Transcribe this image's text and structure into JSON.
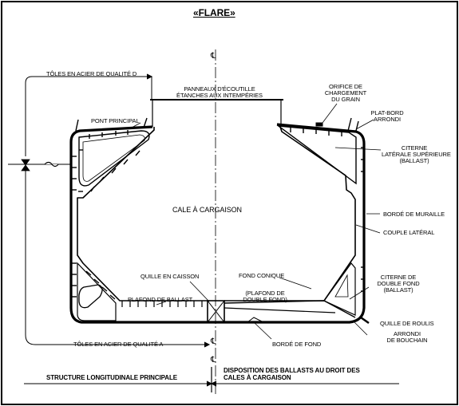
{
  "title": "«FLARE»",
  "labels": {
    "toles_d": "TÔLES EN ACIER DE QUALITÉ D",
    "panneaux_1": "PANNEAUX D'ÉCOUTILLE",
    "panneaux_2": "ÉTANCHES AUX INTEMPÉRIES",
    "orifice_1": "ORIFICE DE",
    "orifice_2": "CHARGEMENT",
    "orifice_3": "DU GRAIN",
    "platbord_1": "PLAT-BORD",
    "platbord_2": "ARRONDI",
    "pont": "PONT PRINCIPAL",
    "citerne_sup_1": "CITERNE",
    "citerne_sup_2": "LATÉRALE SUPÉRIEURE",
    "citerne_sup_3": "(BALLAST)",
    "cale": "CALE À CARGAISON",
    "borde_muraille": "BORDÉ DE MURAILLE",
    "couple": "COUPLE LATÉRAL",
    "quille_caisson": "QUILLE EN CAISSON",
    "fond_conique": "FOND CONIQUE",
    "plafond_db_1": "(PLAFOND DE",
    "plafond_db_2": "DOUBLE FOND)",
    "citerne_df_1": "CITERNE DE",
    "citerne_df_2": "DOUBLE FOND",
    "citerne_df_3": "(BALLAST)",
    "plafond_ballast": "PLAFOND DE BALLAST",
    "quille_roulis": "QUILLE DE ROULIS",
    "arrondi_1": "ARRONDI",
    "arrondi_2": "DE BOUCHAIN",
    "borde_fond": "BORDÉ DE FOND",
    "toles_a": "TÔLES EN ACIER DE QUALITÉ A",
    "cl": "℄",
    "structure": "STRUCTURE LONGITUDINALE PRINCIPALE",
    "disposition_1": "DISPOSITION DES BALLASTS AU DROIT DES",
    "disposition_2": "CALES À CARGAISON"
  }
}
